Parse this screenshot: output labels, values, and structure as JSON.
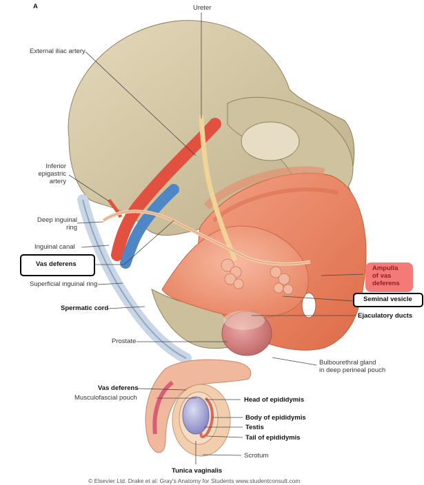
{
  "figure_letter": "A",
  "labels": {
    "ureter": "Ureter",
    "external_iliac_artery": "External iliac artery",
    "inferior_epigastric_artery": "Inferior\nepigastric\nartery",
    "deep_inguinal_ring": "Deep inguinal\nring",
    "inguinal_canal": "Inguinal canal",
    "vas_deferens_boxed": "Vas deferens",
    "superficial_inguinal_ring": "Superficial inguinal ring",
    "spermatic_cord": "Spermatic cord",
    "prostate": "Prostate",
    "vas_deferens": "Vas deferens",
    "musculofascial_pouch": "Musculofascial pouch",
    "tunica_vaginalis": "Tunica vaginalis",
    "ampulla": "Ampulla\nof vas\ndeferens",
    "seminal_vesicle": "Seminal vesicle",
    "ejaculatory_ducts": "Ejaculatory ducts",
    "bulbourethral_gland": "Bulbourethral gland\nin deep perineal pouch",
    "head_of_epididymis": "Head of epididymis",
    "body_of_epididymis": "Body of epididymis",
    "testis": "Testis",
    "tail_of_epididymis": "Tail of epididymis",
    "scrotum": "Scrotum"
  },
  "credit": "© Elsevier Ltd. Drake et al: Gray's Anatomy for Students www.studentconsult.com",
  "colors": {
    "bone": "#d8cba7",
    "bone_shadow": "#b9aa84",
    "muscle": "#ef8c68",
    "muscle_dark": "#d9623f",
    "artery": "#e2513f",
    "vein": "#4f86c6",
    "vas": "#f3c9a6",
    "ureter": "#f1d39a",
    "highlight": "#f47a78",
    "testis": "#a7a6d6"
  }
}
